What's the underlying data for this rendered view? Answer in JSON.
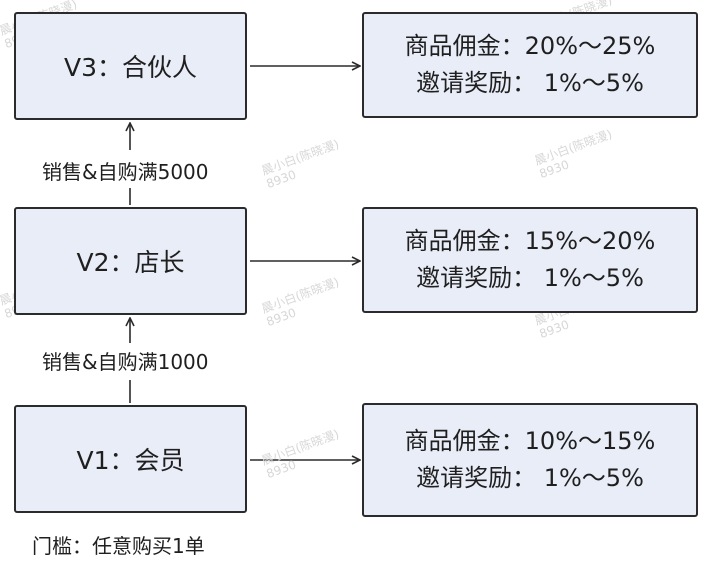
{
  "levels": [
    {
      "label": "V3：合伙人",
      "benefits": [
        "商品佣金：20%～25%",
        "邀请奖励： 1%～5%"
      ]
    },
    {
      "label": "V2：店长",
      "benefits": [
        "商品佣金：15%～20%",
        "邀请奖励： 1%～5%"
      ]
    },
    {
      "label": "V1：会员",
      "benefits": [
        "商品佣金：10%～15%",
        "邀请奖励： 1%～5%"
      ]
    }
  ],
  "conditions": {
    "v2_to_v3": "销售&自购满5000",
    "v1_to_v2": "销售&自购满1000"
  },
  "threshold": "门槛：任意购买1单",
  "watermark": {
    "line1": "晨小白(陈晓漫)",
    "line2": "8930"
  },
  "colors": {
    "box_fill": "#e9edf8",
    "stroke": "#2b2b2b"
  }
}
